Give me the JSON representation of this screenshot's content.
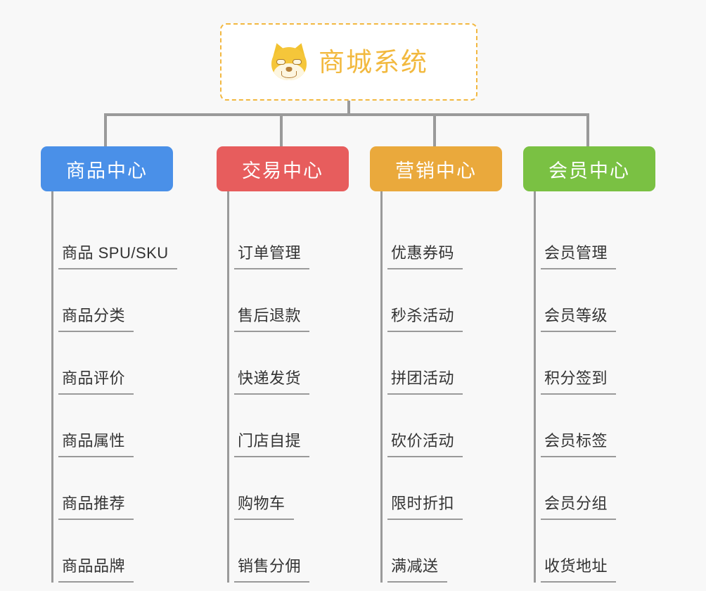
{
  "background_color": "#f8f8f8",
  "root": {
    "icon": "shiba-inu-dog-face-icon",
    "title": "商城系统",
    "border_color": "#f2b841",
    "text_color": "#f2b93f"
  },
  "columns": [
    {
      "id": "product-center",
      "label": "商品中心",
      "color": "#4a90e8",
      "items": [
        "商品 SPU/SKU",
        "商品分类",
        "商品评价",
        "商品属性",
        "商品推荐",
        "商品品牌"
      ]
    },
    {
      "id": "trade-center",
      "label": "交易中心",
      "color": "#e75d5d",
      "items": [
        "订单管理",
        "售后退款",
        "快递发货",
        "门店自提",
        "购物车",
        "销售分佣"
      ]
    },
    {
      "id": "marketing-center",
      "label": "营销中心",
      "color": "#eaa93c",
      "items": [
        "优惠券码",
        "秒杀活动",
        "拼团活动",
        "砍价活动",
        "限时折扣",
        "满减送"
      ]
    },
    {
      "id": "member-center",
      "label": "会员中心",
      "color": "#7ac143",
      "items": [
        "会员管理",
        "会员等级",
        "积分签到",
        "会员标签",
        "会员分组",
        "收货地址"
      ]
    }
  ],
  "connector_color": "#9a9a9a"
}
